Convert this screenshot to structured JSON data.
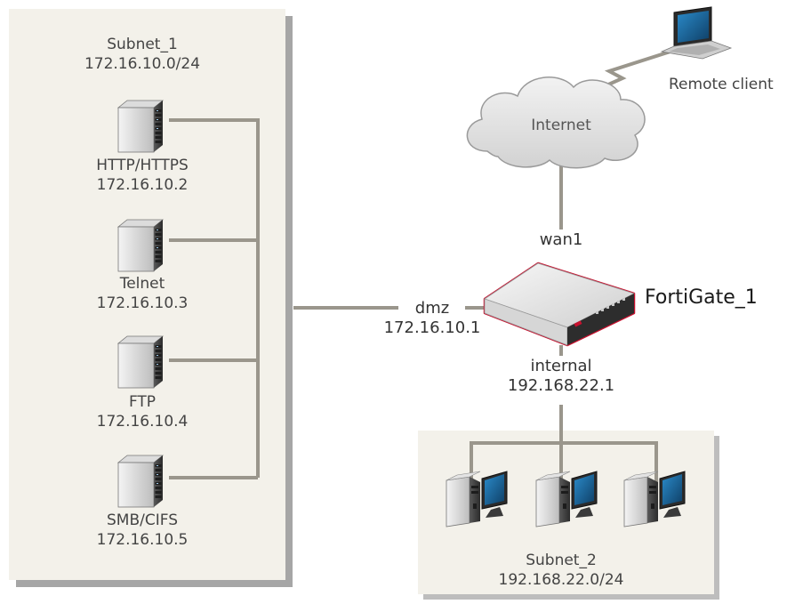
{
  "subnet_1": {
    "title": "Subnet_1",
    "network": "172.16.10.0/24",
    "servers": [
      {
        "service": "HTTP/HTTPS",
        "ip": "172.16.10.2"
      },
      {
        "service": "Telnet",
        "ip": "172.16.10.3"
      },
      {
        "service": "FTP",
        "ip": "172.16.10.4"
      },
      {
        "service": "SMB/CIFS",
        "ip": "172.16.10.5"
      }
    ]
  },
  "internet": {
    "label": "Internet"
  },
  "remote_client": {
    "label": "Remote client"
  },
  "fortigate": {
    "name": "FortiGate_1",
    "wan": {
      "name": "wan1"
    },
    "dmz": {
      "name": "dmz",
      "ip": "172.16.10.1"
    },
    "internal": {
      "name": "internal",
      "ip": "192.168.22.1"
    }
  },
  "subnet_2": {
    "title": "Subnet_2",
    "network": "192.168.22.0/24",
    "hosts": 3
  },
  "colors": {
    "line": "#9a968c",
    "panel": "#f3f1ea",
    "shadow": "#a6a6a6",
    "accent": "#c8102e",
    "screen": "#2f7fb8"
  }
}
